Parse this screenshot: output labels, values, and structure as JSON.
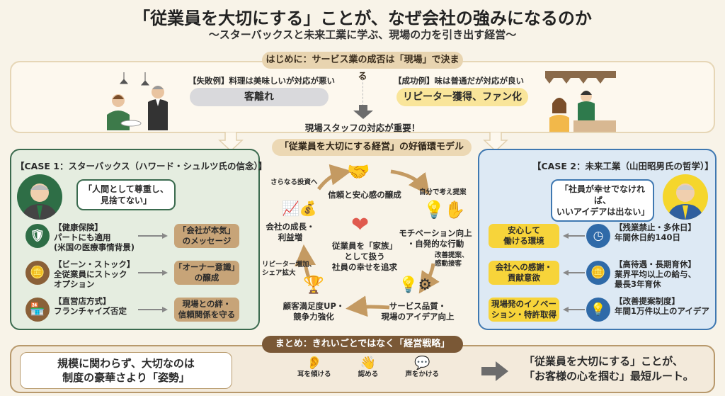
{
  "title": "「従業員を大切にする」ことが、なぜ会社の強みになるのか",
  "subtitle": "〜スターバックスと未来工業に学ぶ、現場の力を引き出す経営〜",
  "intro": {
    "header": "はじめに：サービス業の成否は「現場」で決まる",
    "fail_label": "【失敗例】料理は美味しいが対応が悪い",
    "fail_result": "客離れ",
    "success_label": "【成功例】味は普通だが対応が良い",
    "success_result": "リピーター獲得、ファン化",
    "conclusion": "現場スタッフの対応が重要！"
  },
  "case1": {
    "title": "【CASE 1：スターバックス（ハワード・シュルツ氏の信念）】",
    "quote_line1": "「人間として尊重し、",
    "quote_line2": "見捨てない」",
    "rows": [
      {
        "icon": "shield-hands-icon",
        "lines": [
          "【健康保険】",
          "パートにも適用",
          "(米国の医療事情背景)"
        ],
        "result": [
          "「会社が本気」",
          "のメッセージ"
        ]
      },
      {
        "icon": "coins-icon",
        "lines": [
          "【ビーン・ストック】",
          "全従業員にストック",
          "オプション"
        ],
        "result": [
          "「オーナー意識」",
          "の醸成"
        ]
      },
      {
        "icon": "store-icon",
        "lines": [
          "【直営店方式】",
          "フランチャイズ否定"
        ],
        "result": [
          "現場との絆・",
          "信頼関係を守る"
        ]
      }
    ]
  },
  "cycle": {
    "header": "「従業員を大切にする経営」の好循環モデル",
    "trust": "信頼と安心感の醸成",
    "motivation": [
      "モチベーション向上",
      "・自発的な行動"
    ],
    "self_propose": "自分で考え提案",
    "improve": [
      "改善提案、",
      "感動接客"
    ],
    "service": [
      "サービス品質・",
      "現場のアイデア向上"
    ],
    "satisfaction": [
      "顧客満足度UP・",
      "競争力強化"
    ],
    "repeater": [
      "リピーター増加、",
      "シェア拡大"
    ],
    "growth": [
      "会社の成長・",
      "利益増"
    ],
    "invest": "さらなる投資へ",
    "center": [
      "従業員を「家族」",
      "として扱う",
      "社員の幸せを追求"
    ]
  },
  "case2": {
    "title": "【CASE 2：未来工業（山田昭男氏の哲学）】",
    "quote_line1": "「社員が幸せでなければ、",
    "quote_line2": "いいアイデアは出ない」",
    "rows": [
      {
        "icon": "clock-icon",
        "lines": [
          "【残業禁止・多休日】",
          "年間休日約140日"
        ],
        "result": [
          "安心して",
          "働ける環境"
        ]
      },
      {
        "icon": "coins-icon",
        "lines": [
          "【高待遇・長期育休】",
          "業界平均以上の給与、",
          "最長3年育休"
        ],
        "result": [
          "会社への感謝・",
          "貢献意欲"
        ]
      },
      {
        "icon": "lightbulb-icon",
        "lines": [
          "【改善提案制度】",
          "年間1万件以上のアイデア"
        ],
        "result": [
          "現場発のイノベー",
          "ション・特許取得"
        ]
      }
    ]
  },
  "summary": {
    "header": "まとめ：きれいごとではなく「経営戦略」",
    "left_line1": "規模に関わらず、大切なのは",
    "left_line2": "制度の豪華さより「姿勢」",
    "actions": [
      "耳を傾ける",
      "認める",
      "声をかける"
    ],
    "right_line1": "「従業員を大切にする」ことが、",
    "right_line2": "「お客様の心を掴む」最短ルート。"
  },
  "colors": {
    "green": "#3a6a4e",
    "blue": "#3f78b1",
    "brown": "#c7a478",
    "yellow": "#f7d43a",
    "dark_brown": "#7a5836"
  }
}
